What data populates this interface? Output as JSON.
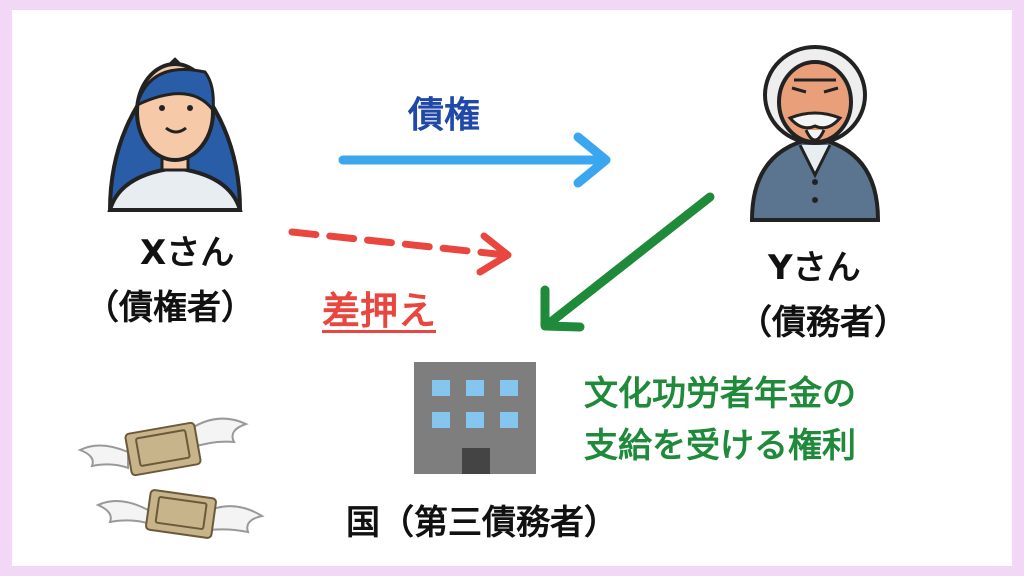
{
  "creditor": {
    "name": "Xさん",
    "role": "（債権者）"
  },
  "debtor": {
    "name": "Yさん",
    "role": "（債務者）"
  },
  "claim_label": "債権",
  "seizure_label": "差押え",
  "pension_right": {
    "line1": "文化功労者年金の",
    "line2": "支給を受ける権利"
  },
  "third_party": "国（第三債務者）",
  "colors": {
    "background": "#f2d8f6",
    "claim_arrow": "#3aa6ee",
    "seizure_arrow": "#e8463e",
    "pension_arrow": "#1f8a3a",
    "claim_text": "#1f48a8"
  },
  "icons": [
    "woman-icon",
    "old-man-icon",
    "building-icon",
    "flying-money-icon"
  ]
}
